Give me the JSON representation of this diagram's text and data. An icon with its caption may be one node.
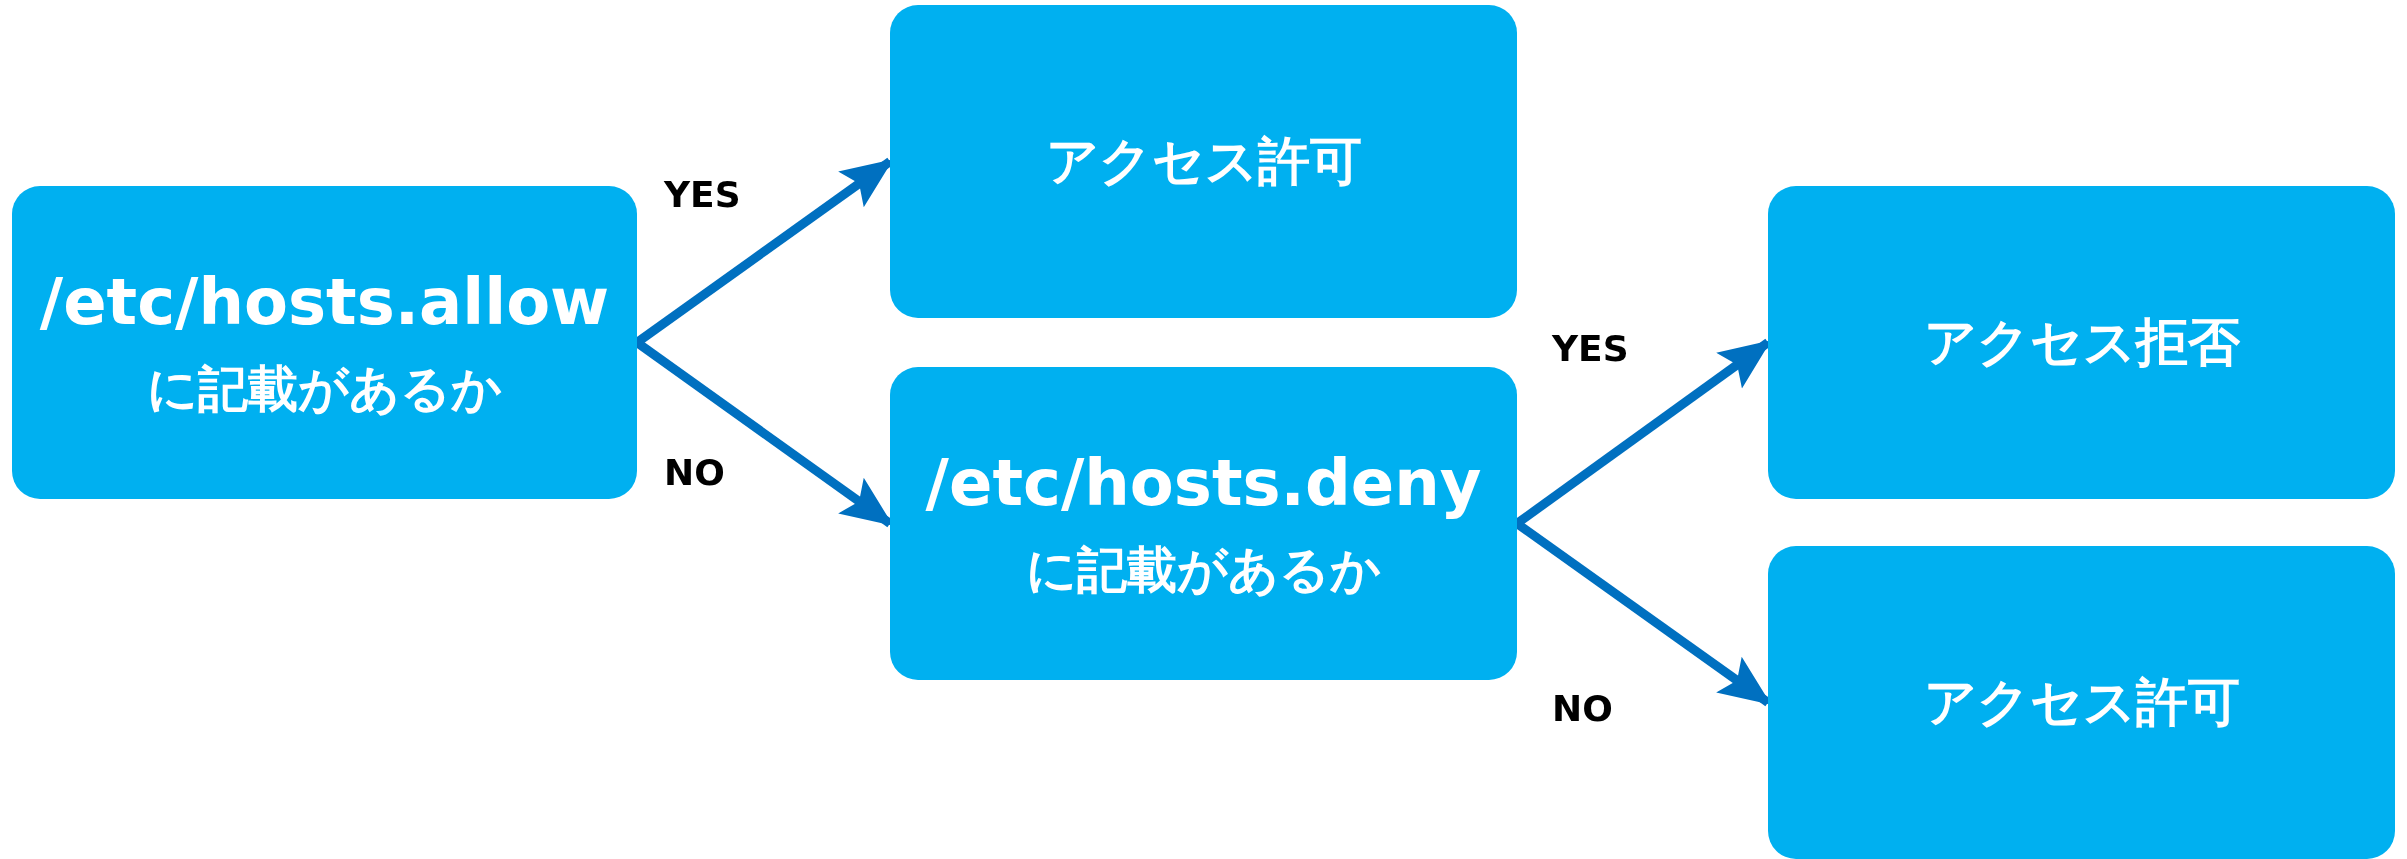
{
  "diagram": {
    "nodes": [
      {
        "text": [
          "/etc/hosts.allow",
          "に記載があるか"
        ]
      },
      {
        "text": [
          "アクセス許可"
        ]
      },
      {
        "text": [
          "/etc/hosts.deny",
          "に記載があるか"
        ]
      },
      {
        "text": [
          "アクセス拒否"
        ]
      },
      {
        "text": [
          "アクセス許可"
        ]
      }
    ],
    "edges": [
      {
        "from": 0,
        "to": 1,
        "arrow": "to",
        "label": "YES"
      },
      {
        "from": 0,
        "to": 2,
        "arrow": "to",
        "label": "NO"
      },
      {
        "from": 2,
        "to": 3,
        "arrow": "to",
        "label": "YES"
      },
      {
        "from": 2,
        "to": 4,
        "arrow": "to",
        "label": "NO"
      }
    ]
  }
}
